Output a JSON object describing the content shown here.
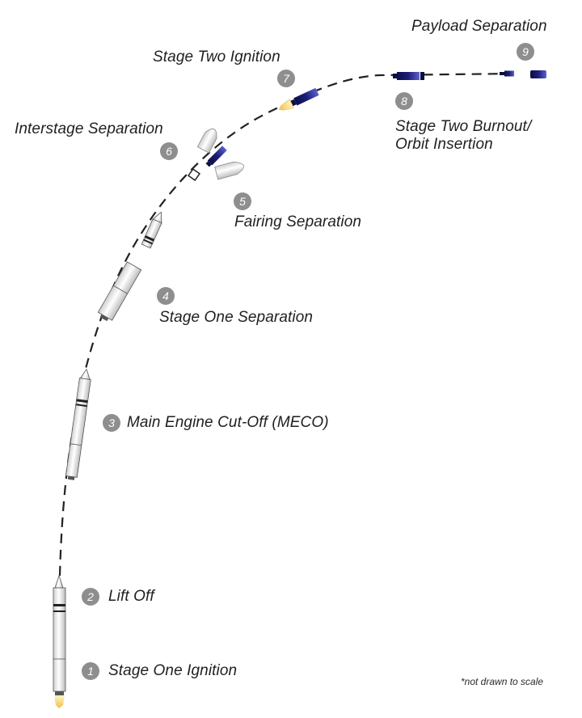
{
  "steps": [
    {
      "number": "1",
      "label": "Stage One Ignition"
    },
    {
      "number": "2",
      "label": "Lift Off"
    },
    {
      "number": "3",
      "label": "Main Engine Cut-Off (MECO)"
    },
    {
      "number": "4",
      "label": "Stage One Separation"
    },
    {
      "number": "5",
      "label": "Fairing Separation"
    },
    {
      "number": "6",
      "label": "Interstage Separation"
    },
    {
      "number": "7",
      "label": "Stage Two Ignition"
    },
    {
      "number": "8",
      "label_line1": "Stage Two Burnout/",
      "label_line2": "Orbit Insertion"
    },
    {
      "number": "9",
      "label": "Payload Separation"
    }
  ],
  "footnote": "*not drawn to scale",
  "colors": {
    "badge": "#8e8e8e",
    "rocket_body": "#f2f2f2",
    "stage_two": "#1c1f7a",
    "flame": "#f7d97a",
    "trajectory": "#222222"
  }
}
